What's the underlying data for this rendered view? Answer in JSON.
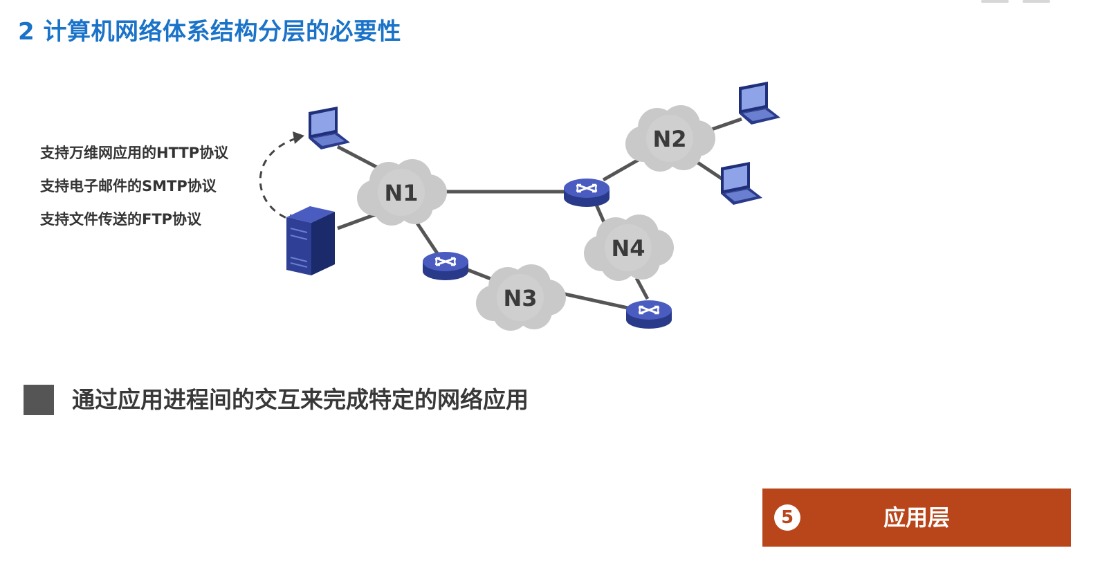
{
  "title": "2 计算机网络体系结构分层的必要性",
  "protocols": [
    "支持万维网应用的HTTP协议",
    "支持电子邮件的SMTP协议",
    "支持文件传送的FTP协议"
  ],
  "networks": [
    "N1",
    "N2",
    "N3",
    "N4"
  ],
  "bullet": "通过应用进程间的交互来完成特定的网络应用",
  "layer": {
    "number": "5",
    "name": "应用层"
  },
  "colors": {
    "title": "#1a73c8",
    "banner": "#b8461a",
    "bullet_square": "#555555"
  }
}
